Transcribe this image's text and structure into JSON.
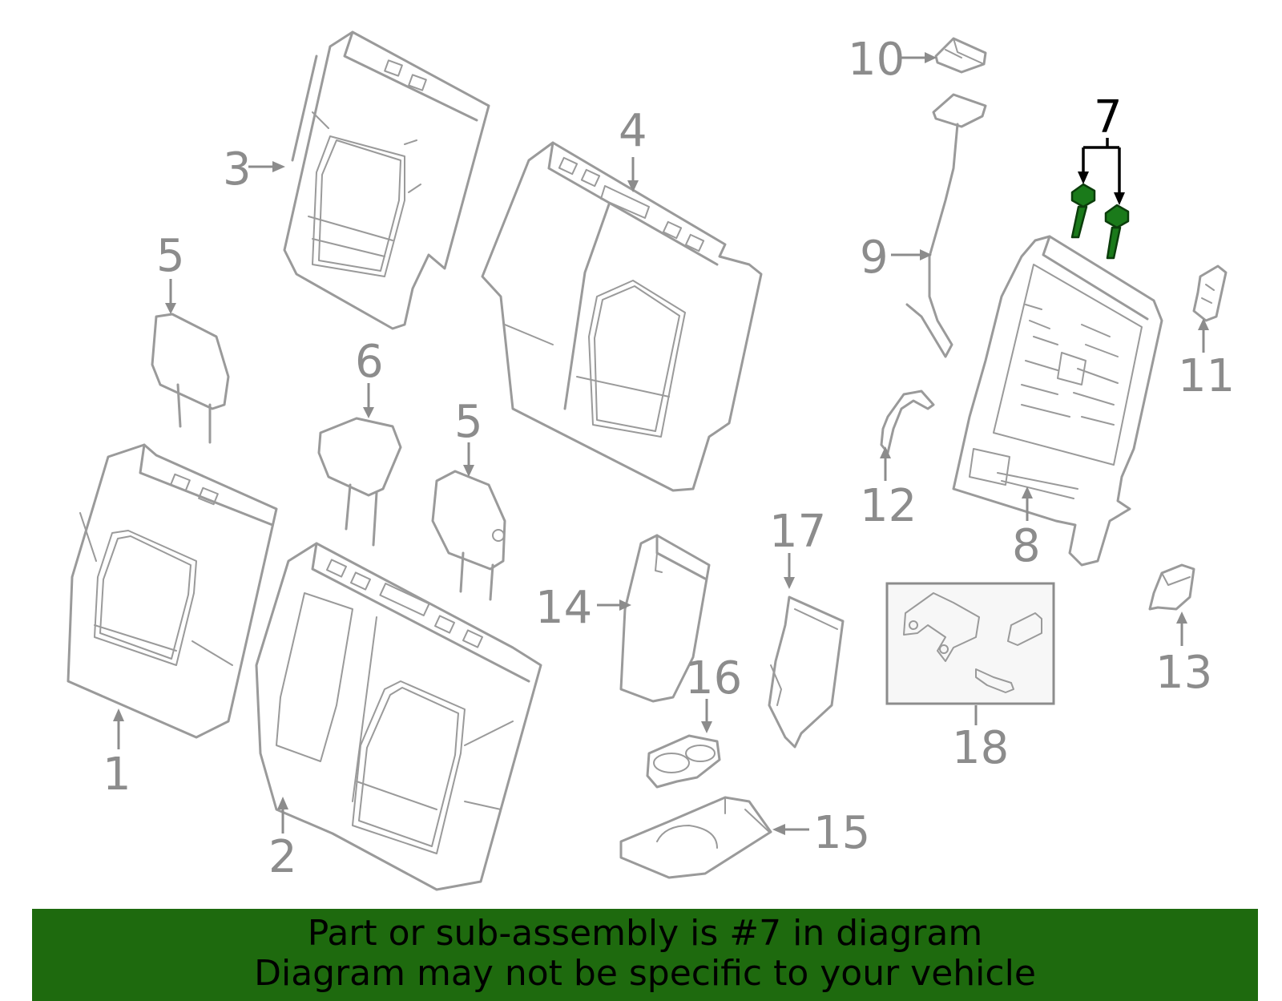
{
  "callouts": {
    "c1": "1",
    "c2": "2",
    "c3": "3",
    "c4": "4",
    "c5a": "5",
    "c5b": "5",
    "c6": "6",
    "c7": "7",
    "c8": "8",
    "c9": "9",
    "c10": "10",
    "c11": "11",
    "c12": "12",
    "c13": "13",
    "c14": "14",
    "c15": "15",
    "c16": "16",
    "c17": "17",
    "c18": "18"
  },
  "highlighted_part": "7",
  "colors": {
    "highlight_part": "#1a7a1a",
    "banner_background": "#1e6a0e",
    "line_art": "#9a9a9a"
  },
  "banner": {
    "line1": "Part or sub-assembly is #7 in diagram",
    "line2": "Diagram may not be specific to your vehicle"
  }
}
